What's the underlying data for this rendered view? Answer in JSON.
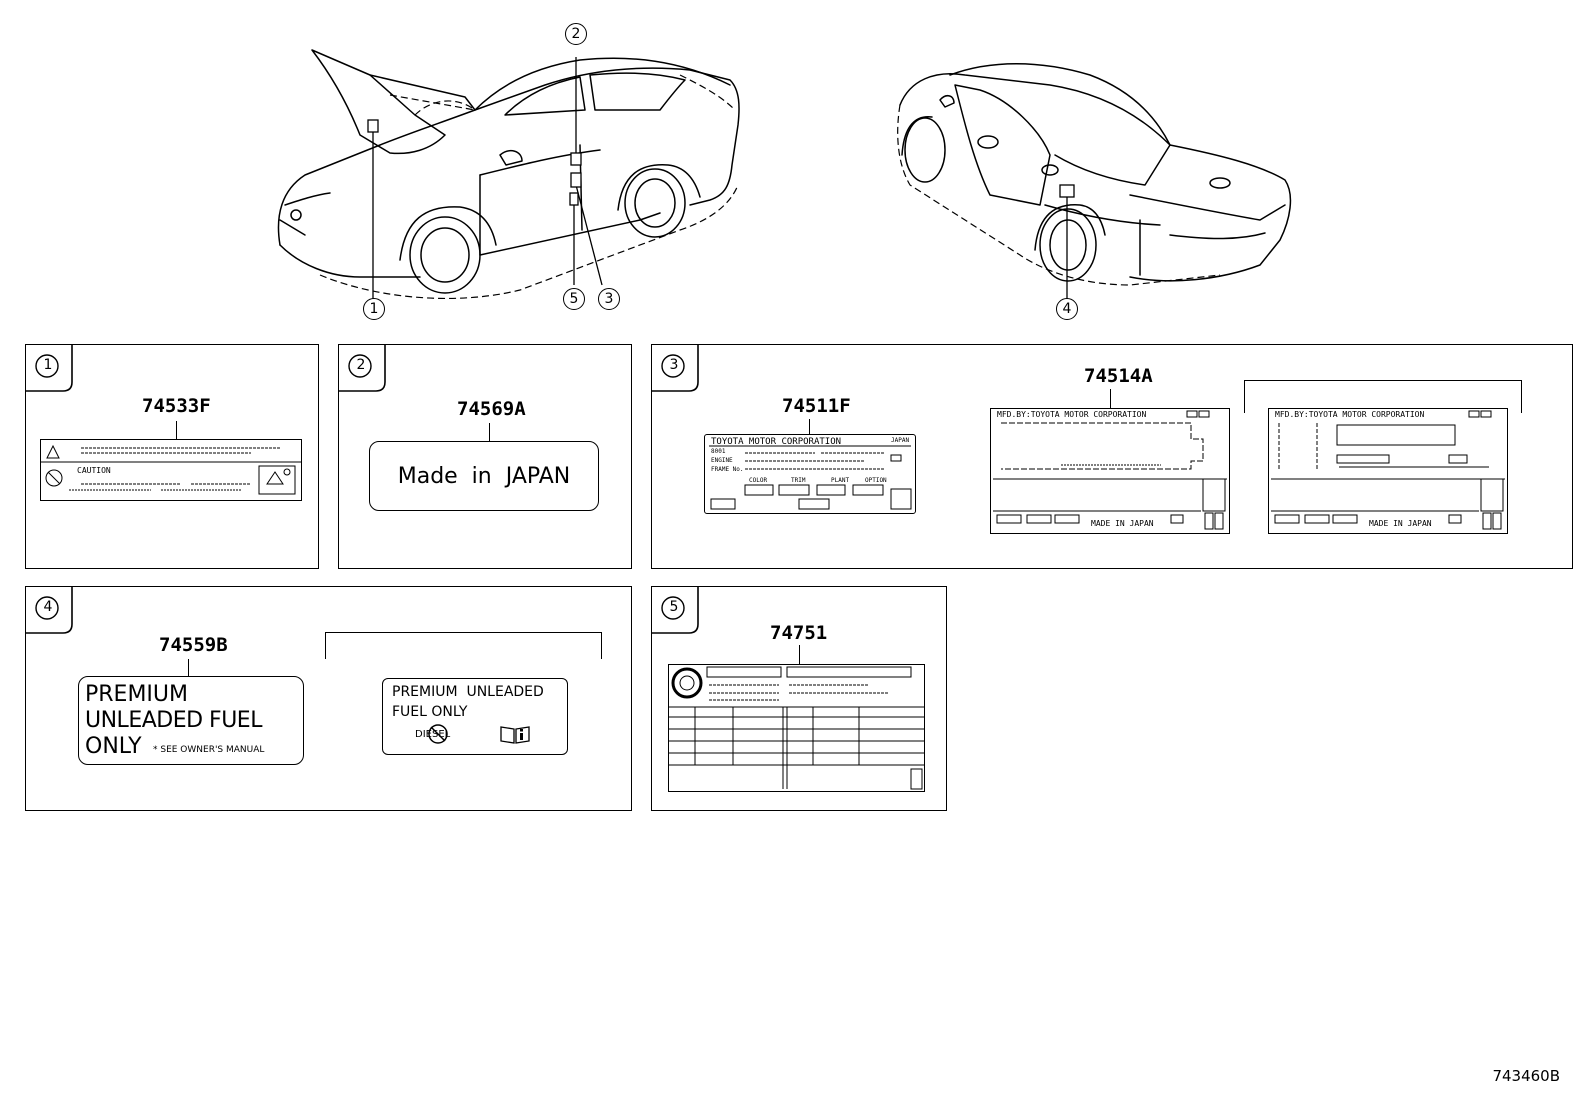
{
  "callouts": [
    "1",
    "2",
    "3",
    "4",
    "5"
  ],
  "panels": {
    "p1": {
      "number": "1",
      "part": "74533F",
      "caution": "CAUTION"
    },
    "p2": {
      "number": "2",
      "part": "74569A",
      "text": "Made  in  JAPAN"
    },
    "p3": {
      "number": "3",
      "part_a": "74511F",
      "part_b": "74514A",
      "plate": {
        "maker": "TOYOTA MOTOR CORPORATION",
        "country": "JAPAN",
        "r1": "8001",
        "r2": "ENGINE",
        "r3": "FRAME No.",
        "f1": "COLOR",
        "f2": "TRIM",
        "f3": "PLANT",
        "f4": "OPTION"
      },
      "cert_maker": "MFD.BY:TOYOTA MOTOR CORPORATION",
      "cert_made": "MADE IN JAPAN"
    },
    "p4": {
      "number": "4",
      "part": "74559B",
      "line1": "PREMIUM",
      "line2": "UNLEADED FUEL",
      "line3": "ONLY",
      "note": "* SEE OWNER'S MANUAL",
      "alt_line1": "PREMIUM  UNLEADED",
      "alt_line2": "FUEL ONLY",
      "alt_diesel": "DIESEL"
    },
    "p5": {
      "number": "5",
      "part": "74751"
    }
  },
  "diagram_code": "743460B"
}
